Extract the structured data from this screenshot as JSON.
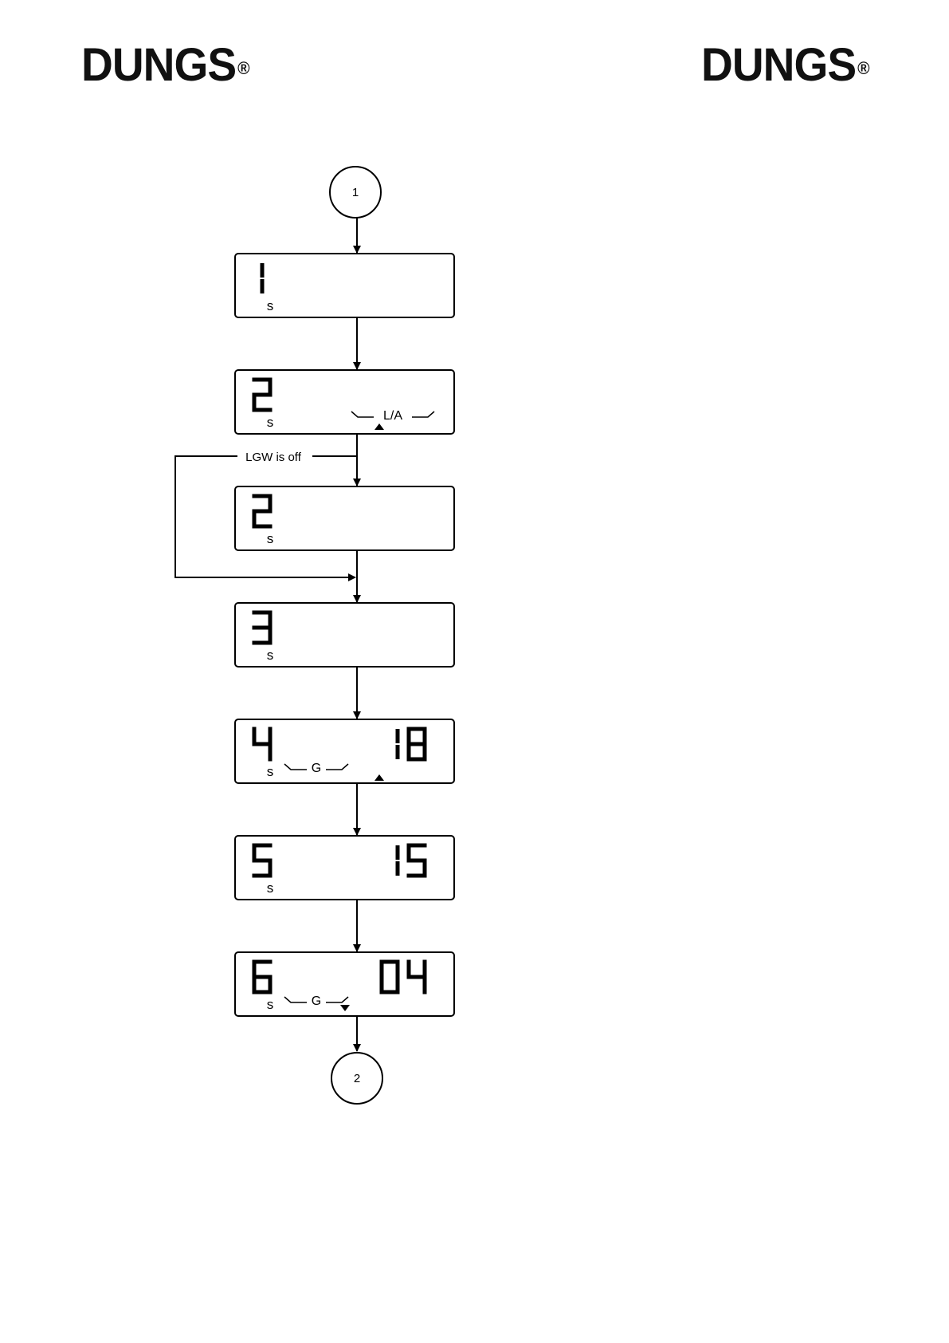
{
  "header": {
    "logo_left": "DUNGS",
    "logo_right": "DUNGS",
    "reg_mark": "®"
  },
  "flow": {
    "connector_start": "1",
    "connector_end": "2",
    "bypass_label": "LGW is off",
    "displays": [
      {
        "step": "1",
        "value": "",
        "unit": "s",
        "indicator": ""
      },
      {
        "step": "2",
        "value": "",
        "unit": "s",
        "indicator": "L/A"
      },
      {
        "step": "2",
        "value": "",
        "unit": "s",
        "indicator": ""
      },
      {
        "step": "3",
        "value": "",
        "unit": "s",
        "indicator": ""
      },
      {
        "step": "4",
        "value": "18",
        "unit": "s",
        "indicator": "G"
      },
      {
        "step": "5",
        "value": "15",
        "unit": "s",
        "indicator": ""
      },
      {
        "step": "6",
        "value": "04",
        "unit": "s",
        "indicator": "G"
      }
    ]
  }
}
